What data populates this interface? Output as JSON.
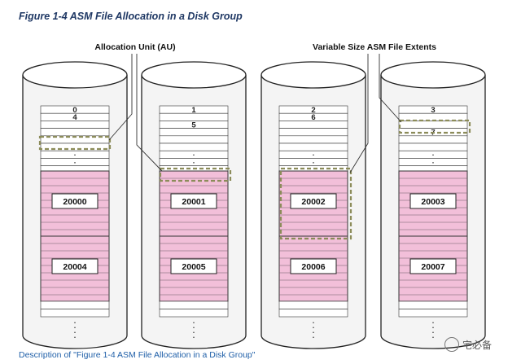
{
  "figure_title": "Figure 1-4 ASM File Allocation in a Disk Group",
  "callouts": {
    "allocation_unit": "Allocation Unit (AU)",
    "variable_extents": "Variable Size ASM File Extents"
  },
  "disks": [
    {
      "top_au": [
        "0",
        "4"
      ],
      "extents": [
        "20000",
        "20004"
      ]
    },
    {
      "top_au": [
        "1",
        "5"
      ],
      "extents": [
        "20001",
        "20005"
      ]
    },
    {
      "top_au": [
        "2",
        "6"
      ],
      "extents": [
        "20002",
        "20006"
      ]
    },
    {
      "top_au": [
        "3",
        "7"
      ],
      "extents": [
        "20003",
        "20007"
      ]
    }
  ],
  "description_link": "Description of \"Figure 1-4 ASM File Allocation in a Disk Group\"",
  "watermark": "宅必备",
  "colors": {
    "extent_fill": "#f2bfd9",
    "highlight": "#8c8c5a",
    "title": "#1f3864",
    "link": "#1f5fa8"
  }
}
